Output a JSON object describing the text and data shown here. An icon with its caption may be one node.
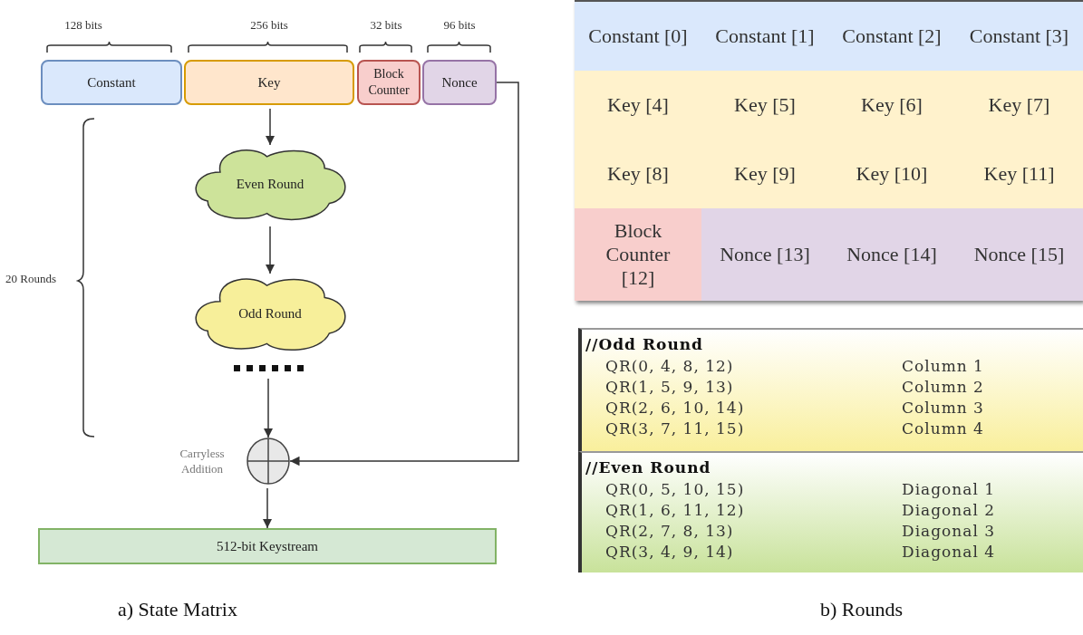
{
  "diagram": {
    "nodes": [
      {
        "text": [
          "Constant"
        ]
      },
      {
        "text": [
          "Key"
        ]
      },
      {
        "text": [
          "Block Counter"
        ]
      },
      {
        "text": [
          "Nonce"
        ]
      },
      {
        "text": [
          "Even Round"
        ]
      },
      {
        "text": [
          "Odd Round"
        ]
      },
      {
        "text": [],
        "shape": "dots"
      },
      {
        "text": [],
        "shape": "circle",
        "beside": [
          "Carryless Addition"
        ]
      },
      {
        "text": [
          "512-bit Keystream"
        ]
      }
    ],
    "edges": [
      {
        "from": 1,
        "to": 4,
        "arrow": "to"
      },
      {
        "from": 4,
        "to": 5,
        "arrow": "to"
      },
      {
        "from": 6,
        "to": 7,
        "arrow": "to"
      },
      {
        "from": 3,
        "to": 7,
        "arrow": "to"
      },
      {
        "from": 7,
        "to": 8,
        "arrow": "to"
      }
    ],
    "labels": [
      "128 bits",
      "256 bits",
      "32 bits",
      "96 bits",
      "20 Rounds",
      "Constant [0]",
      "Constant [1]",
      "Constant [2]",
      "Constant [3]",
      "Key [4]",
      "Key [5]",
      "Key [6]",
      "Key [7]",
      "Key [8]",
      "Key [9]",
      "Key [10]",
      "Key [11]",
      "Block Counter [12]",
      "Nonce [13]",
      "Nonce [14]",
      "Nonce [15]",
      "//Odd Round",
      "QR(0, 4, 8, 12)",
      "Column 1",
      "QR(1, 5, 9, 13)",
      "Column 2",
      "QR(2, 6, 10, 14)",
      "Column 3",
      "QR(3, 7, 11, 15)",
      "Column 4",
      "//Even Round",
      "QR(0, 5, 10, 15)",
      "Diagonal 1",
      "QR(1, 6, 11, 12)",
      "Diagonal 2",
      "QR(2, 7, 8, 13)",
      "Diagonal 3",
      "QR(3, 4, 9, 14)",
      "Diagonal 4",
      "a) State Matrix",
      "b) Rounds"
    ]
  }
}
